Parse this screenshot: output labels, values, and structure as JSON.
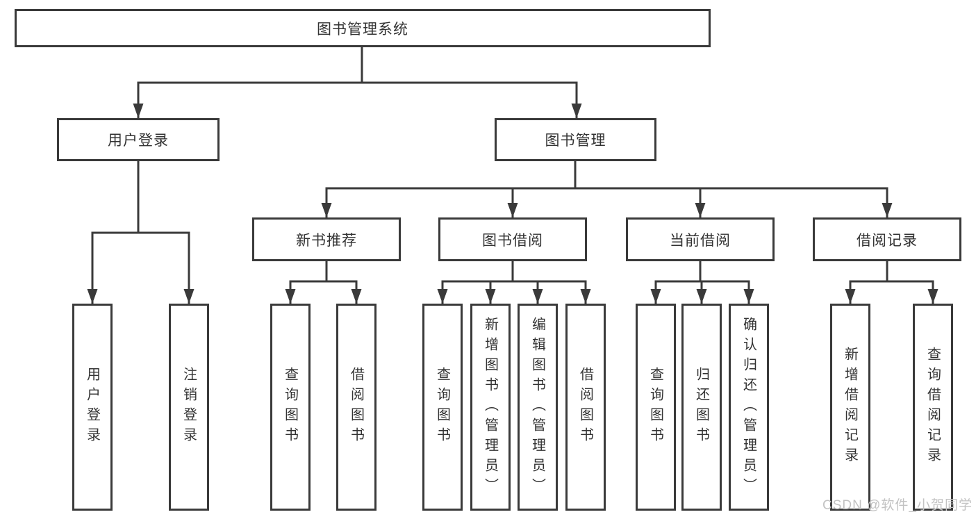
{
  "diagram_type": "hierarchy-tree",
  "colors": {
    "line": "#3a3a3a",
    "box_border": "#3a3a3a",
    "box_fill": "#ffffff",
    "text": "#333333",
    "watermark": "#c3c3c3",
    "background": "#ffffff"
  },
  "nodes": {
    "root": "图书管理系统",
    "user_login": "用户登录",
    "book_management": "图书管理",
    "new_book_recommend": "新书推荐",
    "book_borrowing": "图书借阅",
    "current_borrowing": "当前借阅",
    "borrowing_records": "借阅记录",
    "leaf_user_login": "用户登录",
    "leaf_logout": "注销登录",
    "leaf_recommend_query_books": "查询图书",
    "leaf_recommend_borrow_books": "借阅图书",
    "leaf_borrowing_query_books": "查询图书",
    "leaf_borrowing_add_books": "新增图书（管理员）",
    "leaf_borrowing_edit_books": "编辑图书（管理员）",
    "leaf_borrowing_borrow_books": "借阅图书",
    "leaf_current_query_books": "查询图书",
    "leaf_current_return_books": "归还图书",
    "leaf_current_confirm_return": "确认归还（管理员）",
    "leaf_records_add_record": "新增借阅记录",
    "leaf_records_query_record": "查询借阅记录"
  },
  "watermark": "CSDN @软件_小贺同学"
}
